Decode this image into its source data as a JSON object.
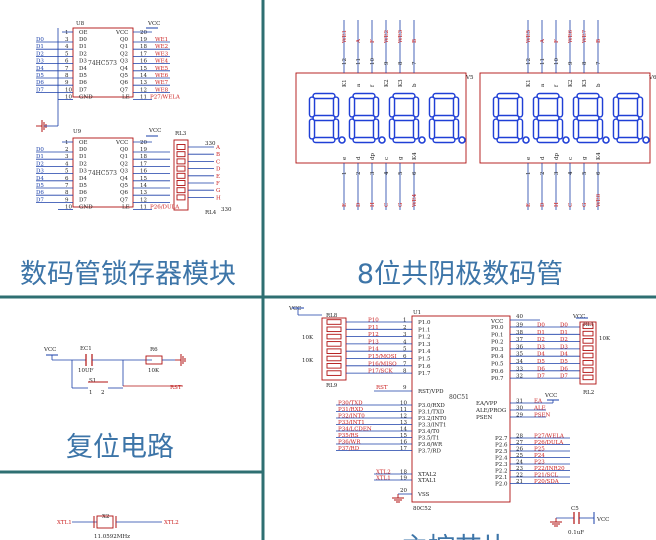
{
  "captions": {
    "latch_module": "数码管锁存器模块",
    "display": "8位共阴极数码管",
    "reset_circuit": "复位电路",
    "mcu": "主控芯片"
  },
  "colors": {
    "divider": "#2e6f72",
    "caption": "#3d75a8",
    "wire": "#1a3fa8",
    "component": "#b01010",
    "net_label": "#c22222",
    "text": "#222222",
    "segment": "#1f3fd6"
  },
  "latch": {
    "u8": {
      "ref": "U8",
      "part": "74HC573",
      "vcc": "VCC",
      "left_pins": [
        {
          "net": "D0",
          "num": "3",
          "name": "D0"
        },
        {
          "net": "D1",
          "num": "4",
          "name": "D1"
        },
        {
          "net": "D2",
          "num": "5",
          "name": "D2"
        },
        {
          "net": "D3",
          "num": "6",
          "name": "D3"
        },
        {
          "net": "D4",
          "num": "7",
          "name": "D4"
        },
        {
          "net": "D5",
          "num": "8",
          "name": "D5"
        },
        {
          "net": "D6",
          "num": "9",
          "name": "D6"
        },
        {
          "net": "D7",
          "num": "10",
          "name": "D7"
        }
      ],
      "right_pins": [
        {
          "name": "Q0",
          "num": "19",
          "net": "WE1"
        },
        {
          "name": "Q1",
          "num": "18",
          "net": "WE2"
        },
        {
          "name": "Q2",
          "num": "17",
          "net": "WE3"
        },
        {
          "name": "Q3",
          "num": "16",
          "net": "WE4"
        },
        {
          "name": "Q4",
          "num": "15",
          "net": "WE5"
        },
        {
          "name": "Q5",
          "num": "14",
          "net": "WE6"
        },
        {
          "name": "Q6",
          "num": "13",
          "net": "WE7"
        },
        {
          "name": "Q7",
          "num": "12",
          "net": "WE8"
        }
      ],
      "oe": {
        "num": "1",
        "name": "OE"
      },
      "gnd": {
        "num": "10",
        "name": "GND"
      },
      "vcc_pin": {
        "num": "20",
        "name": "VCC"
      },
      "le": {
        "num": "11",
        "name": "LE",
        "net": "P27/WELA"
      }
    },
    "u9": {
      "ref": "U9",
      "part": "74HC573",
      "vcc": "VCC",
      "left_pins": [
        {
          "net": "D0",
          "num": "2",
          "name": "D0"
        },
        {
          "net": "D1",
          "num": "3",
          "name": "D1"
        },
        {
          "net": "D2",
          "num": "4",
          "name": "D2"
        },
        {
          "net": "D3",
          "num": "5",
          "name": "D3"
        },
        {
          "net": "D4",
          "num": "6",
          "name": "D4"
        },
        {
          "net": "D5",
          "num": "7",
          "name": "D5"
        },
        {
          "net": "D6",
          "num": "8",
          "name": "D6"
        },
        {
          "net": "D7",
          "num": "9",
          "name": "D7"
        }
      ],
      "right_pins": [
        {
          "name": "Q0",
          "num": "19",
          "net": "A"
        },
        {
          "name": "Q1",
          "num": "18",
          "net": "B"
        },
        {
          "name": "Q2",
          "num": "17",
          "net": "C"
        },
        {
          "name": "Q3",
          "num": "16",
          "net": "D"
        },
        {
          "name": "Q4",
          "num": "15",
          "net": "E"
        },
        {
          "name": "Q5",
          "num": "14",
          "net": "F"
        },
        {
          "name": "Q6",
          "num": "13",
          "net": "G"
        },
        {
          "name": "Q7",
          "num": "12",
          "net": "H"
        }
      ],
      "oe": {
        "num": "1",
        "name": "OE"
      },
      "gnd": {
        "num": "10",
        "name": "GND"
      },
      "vcc_pin": {
        "num": "20",
        "name": "VCC"
      },
      "le": {
        "num": "11",
        "name": "LE",
        "net": "P26/DULA"
      },
      "rl3": "RL3",
      "rl3_val": "330",
      "rl4": "RL4",
      "rl4_val": "330"
    }
  },
  "display": {
    "v5": {
      "ref": "V5",
      "digits": "8.8.8.8.",
      "top_nets": [
        "WE1",
        "A",
        "F",
        "WE2",
        "WE3",
        "B"
      ],
      "top_pins": [
        "12",
        "11",
        "10",
        "9",
        "8",
        "7"
      ],
      "top_pin_names": [
        "K1",
        "a",
        "f",
        "K2",
        "K3",
        "b"
      ],
      "bottom_pin_names": [
        "e",
        "d",
        "dp",
        "c",
        "g",
        "K4"
      ],
      "bottom_pins": [
        "1",
        "2",
        "3",
        "4",
        "5",
        "6"
      ],
      "bottom_nets": [
        "E",
        "D",
        "H",
        "C",
        "G",
        "WE4"
      ]
    },
    "v6": {
      "ref": "V6",
      "digits": "8.8.8.8.",
      "top_nets": [
        "WE5",
        "A",
        "F",
        "WE6",
        "WE7",
        "B"
      ],
      "top_pins": [
        "12",
        "11",
        "10",
        "9",
        "8",
        "7"
      ],
      "top_pin_names": [
        "K1",
        "a",
        "f",
        "K2",
        "K3",
        "b"
      ],
      "bottom_pin_names": [
        "e",
        "d",
        "dp",
        "c",
        "g",
        "K4"
      ],
      "bottom_pins": [
        "1",
        "2",
        "3",
        "4",
        "5",
        "6"
      ],
      "bottom_nets": [
        "E",
        "D",
        "H",
        "C",
        "G",
        "WE8"
      ]
    }
  },
  "reset": {
    "vcc": "VCC",
    "ec1": "EC1",
    "ec1_val": "10UF",
    "s1": "S1",
    "r6": "R6",
    "r6_val": "10K",
    "rst": "RST",
    "sw_pins": [
      "1",
      "2"
    ]
  },
  "crystal": {
    "xtl1": "XTL1",
    "x2": "X2",
    "x2_freq": "11.0592MHz",
    "xtl2": "XTL2"
  },
  "mcu": {
    "vcc": "VCC",
    "ref": "U1",
    "part": "80C51",
    "part_bottom": "80C52",
    "rl8": "RL8",
    "rl8_val": "10K",
    "rl9": "RL9",
    "rl9_val": "10K",
    "rl1": "RL1",
    "rl1_val": "10K",
    "rl2": "RL2",
    "p1_nets": [
      "P10",
      "P11",
      "P12",
      "P13",
      "P14",
      "P15/MOSI",
      "P16/MISO",
      "P17/SCK"
    ],
    "p1_nums": [
      "1",
      "2",
      "3",
      "4",
      "5",
      "6",
      "7",
      "8"
    ],
    "p1_names": [
      "P1.0",
      "P1.1",
      "P1.2",
      "P1.3",
      "P1.4",
      "P1.5",
      "P1.6",
      "P1.7"
    ],
    "rst_net": "RST",
    "rst_num": "9",
    "rst_name": "RST/VPD",
    "p3_nets": [
      "P30/TXD",
      "P31/RXD",
      "P32/INT0",
      "P33/INT1",
      "P34/LCDEN",
      "P35/RS",
      "P36/WR",
      "P37/RD"
    ],
    "p3_nums": [
      "10",
      "11",
      "12",
      "13",
      "14",
      "15",
      "16",
      "17"
    ],
    "p3_names": [
      "P3.0/RXD",
      "P3.1/TXD",
      "P3.2/INT0",
      "P3.3/INT1",
      "P3.4/T0",
      "P3.5/T1",
      "P3.6/WR",
      "P3.7/RD"
    ],
    "xtal_nets": [
      "XTL2",
      "XTL1"
    ],
    "xtal_nums": [
      "18",
      "19"
    ],
    "xtal_names": [
      "XTAL2",
      "XTAL1"
    ],
    "vss_num": "20",
    "vss_name": "VSS",
    "vcc_num": "40",
    "vcc_name": "VCC",
    "p0_names": [
      "P0.0",
      "P0.1",
      "P0.2",
      "P0.3",
      "P0.4",
      "P0.5",
      "P0.6",
      "P0.7"
    ],
    "p0_nums": [
      "39",
      "38",
      "37",
      "36",
      "35",
      "34",
      "33",
      "32"
    ],
    "p0_d_inner": [
      "D0",
      "D1",
      "D2",
      "D3",
      "D4",
      "D5",
      "D6",
      "D7"
    ],
    "p0_d_outer": [
      "D0",
      "D1",
      "D2",
      "D3",
      "D4",
      "D5",
      "D6",
      "D7"
    ],
    "ea_name": "EA/VPP",
    "ea_num": "31",
    "ea_net": "EA",
    "ale_name": "ALE/PROG",
    "ale_num": "30",
    "ale_net": "ALE",
    "psen_name": "PSEN",
    "psen_num": "29",
    "psen_net": "PSEN",
    "p2_names": [
      "P2.7",
      "P2.6",
      "P2.5",
      "P2.4",
      "P2.3",
      "P2.2",
      "P2.1",
      "P2.0"
    ],
    "p2_nums": [
      "28",
      "27",
      "26",
      "25",
      "24",
      "23",
      "22",
      "21"
    ],
    "p2_nets": [
      "P27/WELA",
      "P26/DULA",
      "P25",
      "P24",
      "P23",
      "P22/INR20",
      "P21/SCL",
      "P20/SDA"
    ],
    "c5": "C5",
    "c5_val": "0.1uF",
    "c5_vcc": "VCC"
  }
}
